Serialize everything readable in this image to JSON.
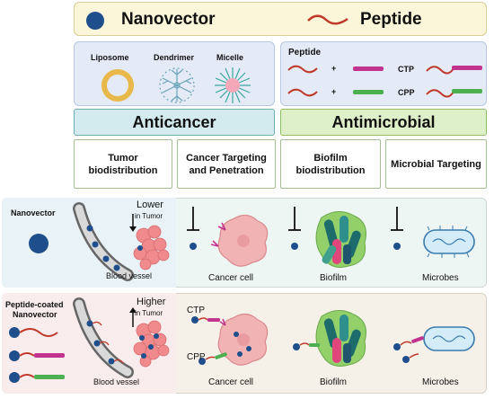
{
  "header": {
    "nanovector_label": "Nanovector",
    "peptide_label": "Peptide"
  },
  "nanovector_types": {
    "liposome": "Liposome",
    "dendrimer": "Dendrimer",
    "micelle": "Micelle"
  },
  "peptide_panel": {
    "title": "Peptide",
    "plus1": "+",
    "plus2": "+",
    "ctp": "CTP",
    "cpp": "CPP"
  },
  "categories": {
    "anticancer": "Anticancer",
    "antimicrobial": "Antimicrobial"
  },
  "subcategories": {
    "tumor": "Tumor biodistribution",
    "cancer_targeting": "Cancer Targeting and Penetration",
    "biofilm": "Biofilm biodistribution",
    "microbial": "Microbial Targeting"
  },
  "row1": {
    "label": "Nanovector",
    "lower": "Lower",
    "in_tumor": "in Tumor",
    "blood_vessel": "Blood vessel",
    "cancer_cell": "Cancer cell",
    "biofilm": "Biofilm",
    "microbes": "Microbes"
  },
  "row2": {
    "label_line1": "Peptide-coated",
    "label_line2": "Nanovector",
    "higher": "Higher",
    "in_tumor": "in Tumor",
    "blood_vessel": "Blood vessel",
    "ctp": "CTP",
    "cpp": "CPP",
    "cancer_cell": "Cancer cell",
    "biofilm": "Biofilm",
    "microbes": "Microbes"
  },
  "colors": {
    "nanovector": "#1f4e8c",
    "peptide": "#c0392b",
    "ctp_tag": "#c2338f",
    "cpp_tag": "#4caf50",
    "cancer_cell": "#f2b3b5",
    "tumor": "#f08a8d",
    "anticancer_fill": "#d3ebef",
    "antimicrobial_fill": "#def0c9"
  }
}
